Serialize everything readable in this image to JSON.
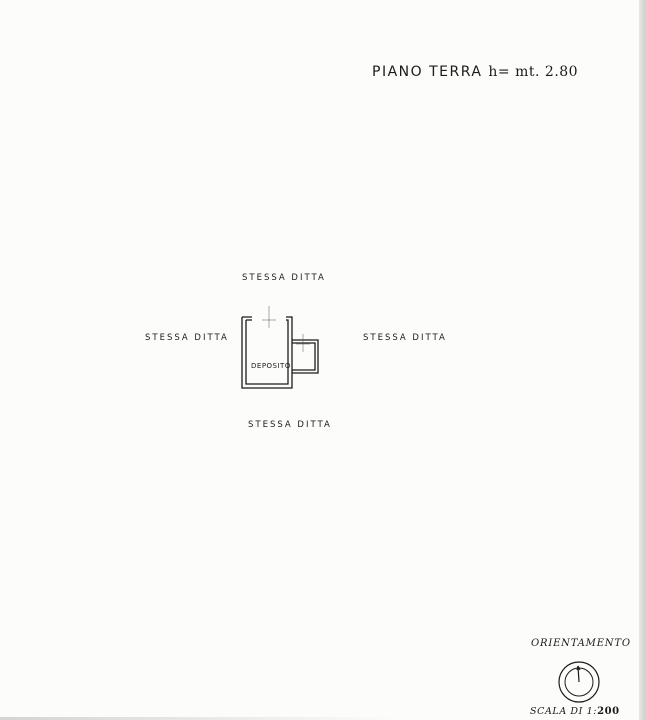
{
  "title": {
    "main": "PIANO TERRA",
    "height": "h= mt. 2.80"
  },
  "neighbors": {
    "north": "STESSA DITTA",
    "west": "STESSA DITTA",
    "east": "STESSA DITTA",
    "south": "STESSA DITTA"
  },
  "room": {
    "label": "DEPOSITO"
  },
  "orientation": {
    "title": "ORIENTAMENTO",
    "icon": "north-arrow-icon"
  },
  "scale": {
    "prefix": "SCALA DI 1:",
    "value": "200"
  }
}
